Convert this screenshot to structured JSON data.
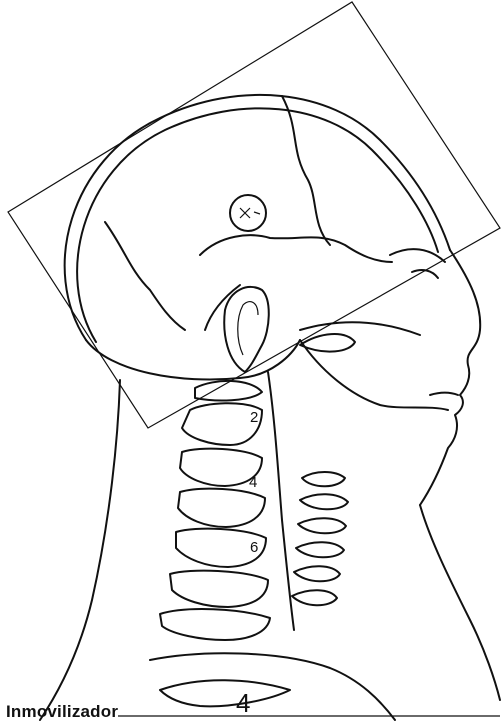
{
  "figure": {
    "vertebra_labels": [
      "2",
      "4",
      "6"
    ],
    "caption": "Inmovilizador",
    "pointer_mark": "4"
  }
}
